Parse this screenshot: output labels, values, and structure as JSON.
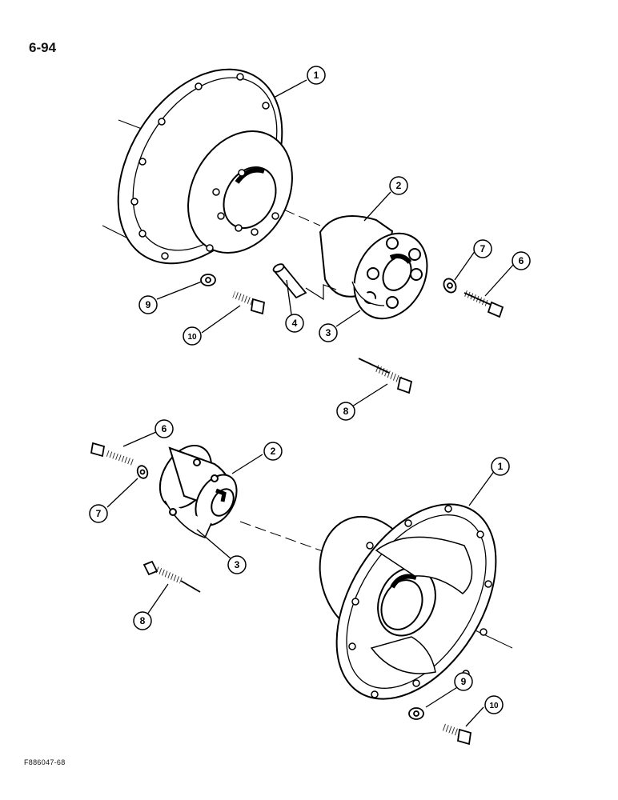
{
  "page_number": "6-94",
  "figure_code": "F886047-68",
  "callouts": {
    "upper": [
      {
        "id": "u1",
        "label": "1"
      },
      {
        "id": "u2",
        "label": "2"
      },
      {
        "id": "u3",
        "label": "3"
      },
      {
        "id": "u4",
        "label": "4"
      },
      {
        "id": "u6",
        "label": "6"
      },
      {
        "id": "u7",
        "label": "7"
      },
      {
        "id": "u9",
        "label": "9"
      },
      {
        "id": "u10",
        "label": "10"
      },
      {
        "id": "m8",
        "label": "8"
      }
    ],
    "lower": [
      {
        "id": "l1",
        "label": "1"
      },
      {
        "id": "l2",
        "label": "2"
      },
      {
        "id": "l3",
        "label": "3"
      },
      {
        "id": "l6",
        "label": "6"
      },
      {
        "id": "l7",
        "label": "7"
      },
      {
        "id": "l8",
        "label": "8"
      },
      {
        "id": "l9",
        "label": "9"
      },
      {
        "id": "l10",
        "label": "10"
      }
    ]
  }
}
